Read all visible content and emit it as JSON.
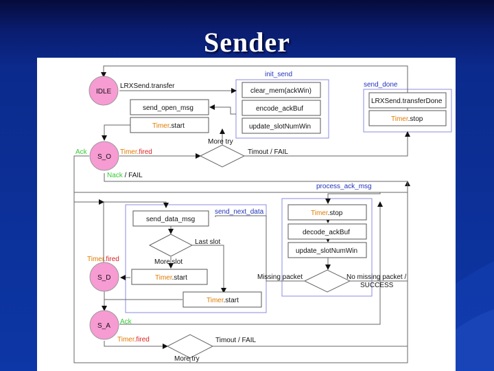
{
  "title": "Sender",
  "colors": {
    "state_fill": "#f79bd3",
    "timer_orange": "#e07b00",
    "fired_red": "#dd2222",
    "ack_green": "#33cc33",
    "group_label_blue": "#2233bb"
  },
  "states": {
    "idle": "IDLE",
    "s_o": "S_O",
    "s_d": "S_D",
    "s_a": "S_A"
  },
  "groups": {
    "init_send": "init_send",
    "send_done": "send_done",
    "process_ack_msg": "process_ack_msg",
    "send_next_data": "send_next_data"
  },
  "boxes": {
    "clear_mem": "clear_mem(ackWin)",
    "encode_ackbuf": "encode_ackBuf",
    "update_slotnumwin_1": "update_slotNumWin",
    "send_open_msg": "send_open_msg",
    "timer_start_1": {
      "prefix": "Timer",
      "suffix": ".start"
    },
    "transfer_done": "LRXSend.transferDone",
    "timer_stop_1": {
      "prefix": "Timer",
      "suffix": ".stop"
    },
    "timer_stop_2": {
      "prefix": "Timer",
      "suffix": ".stop"
    },
    "decode_ackbuf": "decode_ackBuf",
    "update_slotnumwin_2": "update_slotNumWin",
    "send_data_msg": "send_data_msg",
    "timer_start_2": {
      "prefix": "Timer",
      "suffix": ".start"
    },
    "timer_start_3": {
      "prefix": "Timer",
      "suffix": ".start"
    }
  },
  "edge_labels": {
    "lrxsend_transfer": "LRXSend.transfer",
    "more_try_1": "More try",
    "timer_fired_1": {
      "prefix": "Timer",
      "suffix": ".fired"
    },
    "timeout_fail_1": "Timout / FAIL",
    "ack_1": "Ack",
    "nack_fail": {
      "nack": "Nack",
      "rest": " / FAIL"
    },
    "last_slot": "Last slot",
    "more_slot": "More slot",
    "timer_fired_2": {
      "prefix": "Timer",
      "suffix": ".fired"
    },
    "missing_packet": "Missing packet",
    "no_missing_packet": "No missing packet /",
    "success": "SUCCESS",
    "ack_2": "Ack",
    "timer_fired_3": {
      "prefix": "Timer",
      "suffix": ".fired"
    },
    "timeout_fail_2": "Timout / FAIL",
    "more_try_2": "More try"
  }
}
